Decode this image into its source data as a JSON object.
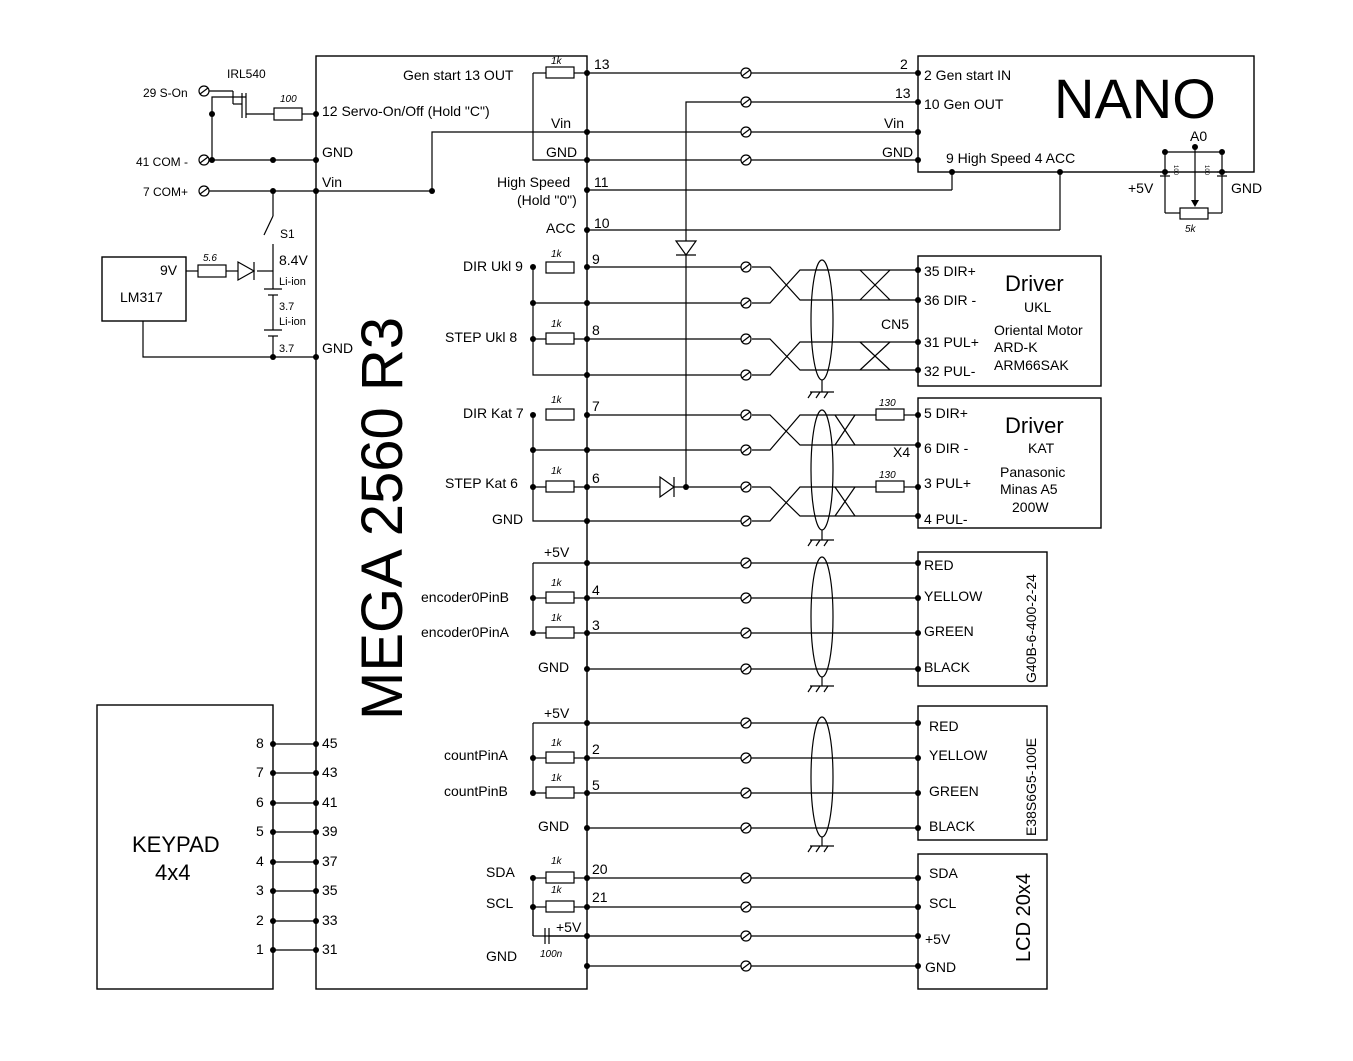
{
  "mega": {
    "title": "MEGA 2560 R3",
    "gen_start": "Gen start 13 OUT",
    "servo": "12 Servo-On/Off (Hold \"C\")",
    "gnd": "GND",
    "vin": "Vin",
    "vin_right": "Vin",
    "gnd_right": "GND",
    "high_speed_a": "High Speed",
    "high_speed_b": "(Hold \"0\")",
    "acc": "ACC",
    "dir_ukl": "DIR Ukl 9",
    "step_ukl": "STEP Ukl 8",
    "dir_kat": "DIR Kat 7",
    "step_kat": "STEP Kat 6",
    "gnd2": "GND",
    "plus5v_1": "+5V",
    "enc0b": "encoder0PinB",
    "enc0a": "encoder0PinA",
    "gnd3": "GND",
    "plus5v_2": "+5V",
    "countA": "countPinA",
    "countB": "countPinB",
    "gnd4": "GND",
    "sda": "SDA",
    "scl": "SCL",
    "gnd5": "GND",
    "plus5v_3": "+5V",
    "pins": [
      "13",
      "11",
      "10",
      "9",
      "8",
      "7",
      "6",
      "4",
      "3",
      "2",
      "5",
      "20",
      "21"
    ],
    "keypad_pins": [
      "45",
      "43",
      "41",
      "39",
      "37",
      "35",
      "33",
      "31"
    ]
  },
  "resistors": {
    "r1k": "1k",
    "r100": "100",
    "r56": "5.6",
    "r130": "130",
    "r5k": "5k",
    "c100n": "100n",
    "c100": "100"
  },
  "left": {
    "s_on": "29 S-On",
    "com_minus": "41 COM -",
    "com_plus": "7 COM+",
    "irl": "IRL540",
    "s1": "S1",
    "v84": "8.4V",
    "liion1": "Li-ion",
    "v37a": "3.7",
    "liion2": "Li-ion",
    "v37b": "3.7",
    "lm317": "LM317",
    "v9": "9V"
  },
  "nano": {
    "title": "NANO",
    "gen_in": "2 Gen start IN",
    "gen_out": "10 Gen OUT",
    "vin": "Vin",
    "gnd": "GND",
    "hs": "9  High Speed  4 ACC",
    "pin2": "2",
    "pin13": "13",
    "a0": "A0",
    "plus5v": "+5V",
    "gnd_out": "GND"
  },
  "driver_ukl": {
    "title": "Driver",
    "sub": "UKL",
    "conn": "CN5",
    "l1": "Oriental Motor",
    "l2": "ARD-K",
    "l3": "ARM66SAK",
    "p1": "35 DIR+",
    "p2": "36 DIR -",
    "p3": "31 PUL+",
    "p4": "32 PUL-"
  },
  "driver_kat": {
    "title": "Driver",
    "sub": "KAT",
    "conn": "X4",
    "l1": "Panasonic",
    "l2": "Minas A5",
    "l3": "200W",
    "p1": "5 DIR+",
    "p2": "6 DIR -",
    "p3": "3 PUL+",
    "p4": "4 PUL-"
  },
  "encoder1": {
    "model": "G40B-6-400-2-24",
    "wires": [
      "RED",
      "YELLOW",
      "GREEN",
      "BLACK"
    ]
  },
  "encoder2": {
    "model": "E38S6G5-100E",
    "wires": [
      "RED",
      "YELLOW",
      "GREEN",
      "BLACK"
    ]
  },
  "lcd": {
    "title": "LCD 20x4",
    "pins": [
      "SDA",
      "SCL",
      "+5V",
      "GND"
    ]
  },
  "keypad": {
    "title1": "KEYPAD",
    "title2": "4x4",
    "pins": [
      "8",
      "7",
      "6",
      "5",
      "4",
      "3",
      "2",
      "1"
    ]
  }
}
